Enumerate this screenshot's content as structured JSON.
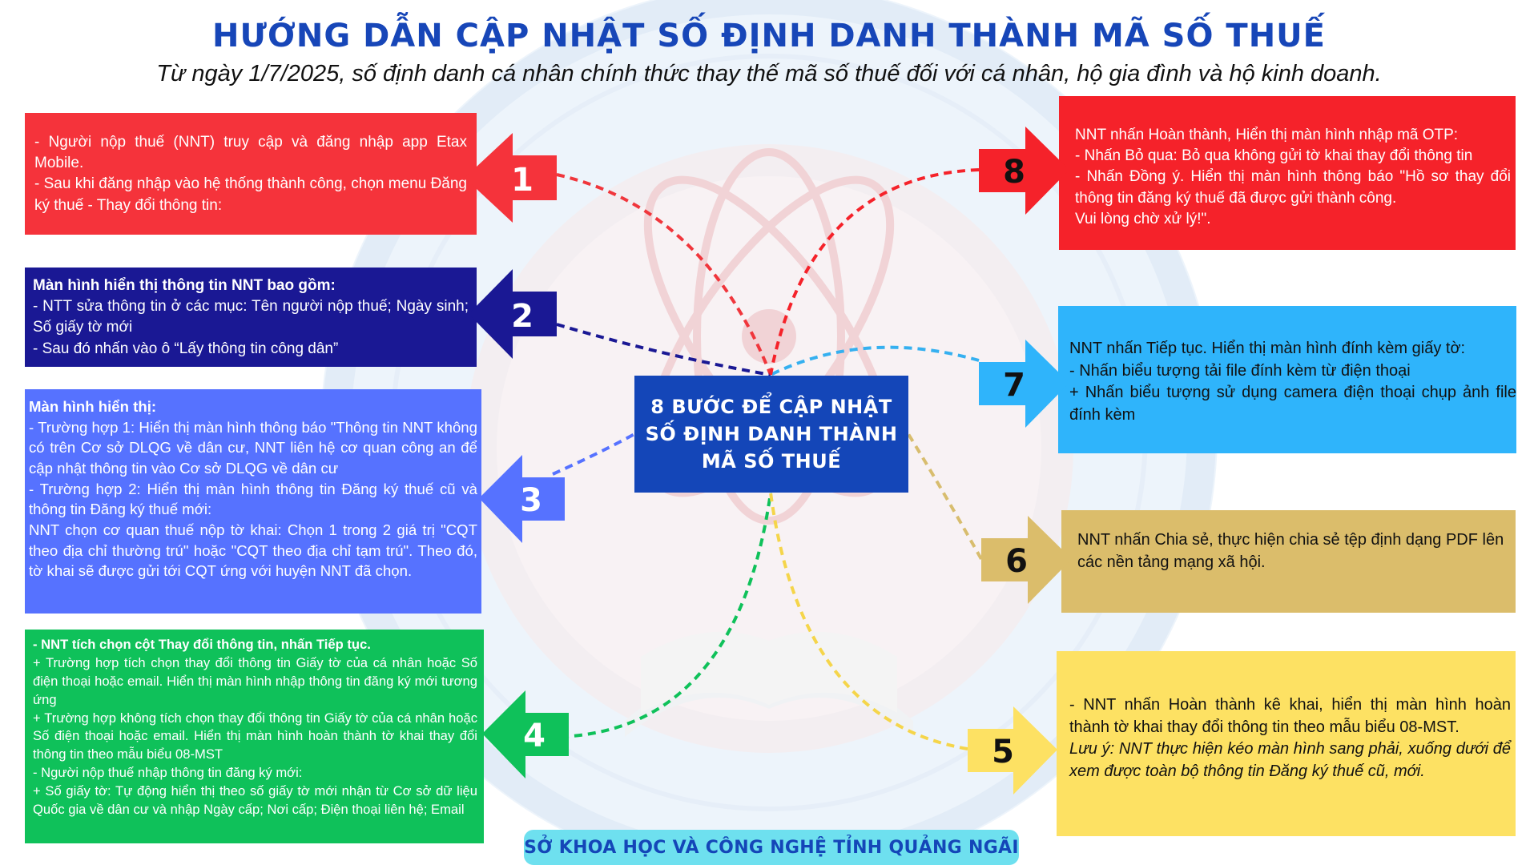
{
  "title": "HƯỚNG DẪN CẬP NHẬT SỐ ĐỊNH DANH THÀNH MÃ SỐ THUẾ",
  "subtitle": "Từ ngày 1/7/2025, số định danh cá nhân chính thức thay thế mã số thuế đối với cá nhân, hộ gia đình và hộ kinh doanh.",
  "center": {
    "line1": "8 BƯỚC ĐỂ CẬP NHẬT",
    "line2": "SỐ ĐỊNH DANH THÀNH",
    "line3": "MÃ SỐ THUẾ"
  },
  "footer": "SỞ KHOA HỌC VÀ CÔNG NGHỆ TỈNH QUẢNG NGÃI",
  "colors": {
    "title": "#1746b8",
    "step1": "#f5333b",
    "step2": "#1a1894",
    "step3": "#5672ff",
    "step4": "#0fc15a",
    "step5": "#fde163",
    "step6": "#dbbd6b",
    "step7": "#2fb4fb",
    "step8": "#f5222a",
    "center": "#1446b8",
    "footer": "#6ee0ef"
  },
  "steps": {
    "s1": {
      "number": "1",
      "lines": [
        " - Người nộp thuế (NNT) truy cập và đăng nhập app Etax Mobile.",
        " - Sau khi đăng nhập vào hệ thống thành công, chọn menu Đăng ký thuế - Thay đổi thông tin:"
      ]
    },
    "s2": {
      "number": "2",
      "heading": "Màn hình hiển thị thông tin NNT bao gồm:",
      "lines": [
        "- NTT sửa thông tin ở các mục: Tên người nộp thuế; Ngày sinh; Số giấy tờ mới",
        "- Sau đó nhấn vào ô “Lấy thông tin công dân”"
      ]
    },
    "s3": {
      "number": "3",
      "heading": "Màn hình hiển thị:",
      "lines": [
        "- Trường hợp 1:  Hiển thị màn hình thông báo \"Thông tin NNT không có trên Cơ sở DLQG về dân cư, NNT liên hệ cơ quan công an để cập nhật thông tin vào Cơ sở DLQG về dân cư",
        "- Trường hợp 2:  Hiển thị màn hình thông tin Đăng ký thuế cũ và thông tin Đăng ký thuế mới:",
        "NNT chọn cơ quan thuế nộp tờ khai: Chọn 1 trong 2 giá trị \"CQT theo địa chỉ thường trú\" hoặc \"CQT theo địa chỉ tạm trú\". Theo đó, tờ khai sẽ được gửi tới CQT ứng với huyện NNT đã chọn."
      ]
    },
    "s4": {
      "number": "4",
      "heading": "- NNT tích chọn cột Thay đổi thông tin, nhấn Tiếp tục.",
      "lines": [
        "+ Trường hợp tích chọn thay đổi thông tin Giấy tờ của cá nhân hoặc Số điện thoại hoặc email. Hiển thị màn hình nhập thông tin đăng ký mới tương ứng",
        "+ Trường hợp không tích chọn thay đổi thông tin Giấy tờ của cá nhân hoặc Số điện thoại hoặc email. Hiển thị màn hình hoàn thành tờ khai thay đổi thông tin theo mẫu biểu 08-MST",
        "- Người nộp thuế nhập thông tin đăng ký mới:",
        "+ Số giấy tờ: Tự động hiển thị theo số giấy tờ mới nhận từ Cơ sở dữ liệu Quốc gia về dân cư và nhập Ngày cấp; Nơi cấp; Điện thoại liên hệ; Email"
      ]
    },
    "s5": {
      "number": "5",
      "lines": [
        "- NNT nhấn Hoàn thành kê khai, hiển thị màn hình hoàn thành tờ khai thay đổi thông tin theo mẫu biểu 08-MST."
      ],
      "note": "Lưu ý: NNT thực hiện kéo màn hình sang phải, xuống dưới để xem được toàn bộ thông tin Đăng ký thuế cũ, mới."
    },
    "s6": {
      "number": "6",
      "lines": [
        "NNT nhấn Chia sẻ, thực hiện chia sẻ tệp định dạng PDF lên các nền tảng mạng xã hội."
      ]
    },
    "s7": {
      "number": "7",
      "lines": [
        "NNT nhấn Tiếp tục. Hiển thị màn hình đính kèm giấy tờ:",
        "- Nhấn biểu tượng tải file đính kèm từ điện thoại",
        "+ Nhấn biểu tượng sử dụng camera điện thoại chụp ảnh file đính kèm"
      ]
    },
    "s8": {
      "number": "8",
      "lines": [
        "NNT nhấn Hoàn thành, Hiển thị màn hình nhập mã OTP:",
        "- Nhấn Bỏ qua: Bỏ qua không gửi tờ khai thay đổi thông tin",
        "- Nhấn Đồng ý. Hiển thị màn hình thông báo \"Hồ sơ thay đổi thông tin đăng ký thuế đã được gửi thành công.",
        "Vui lòng chờ xử lý!\"."
      ]
    }
  }
}
